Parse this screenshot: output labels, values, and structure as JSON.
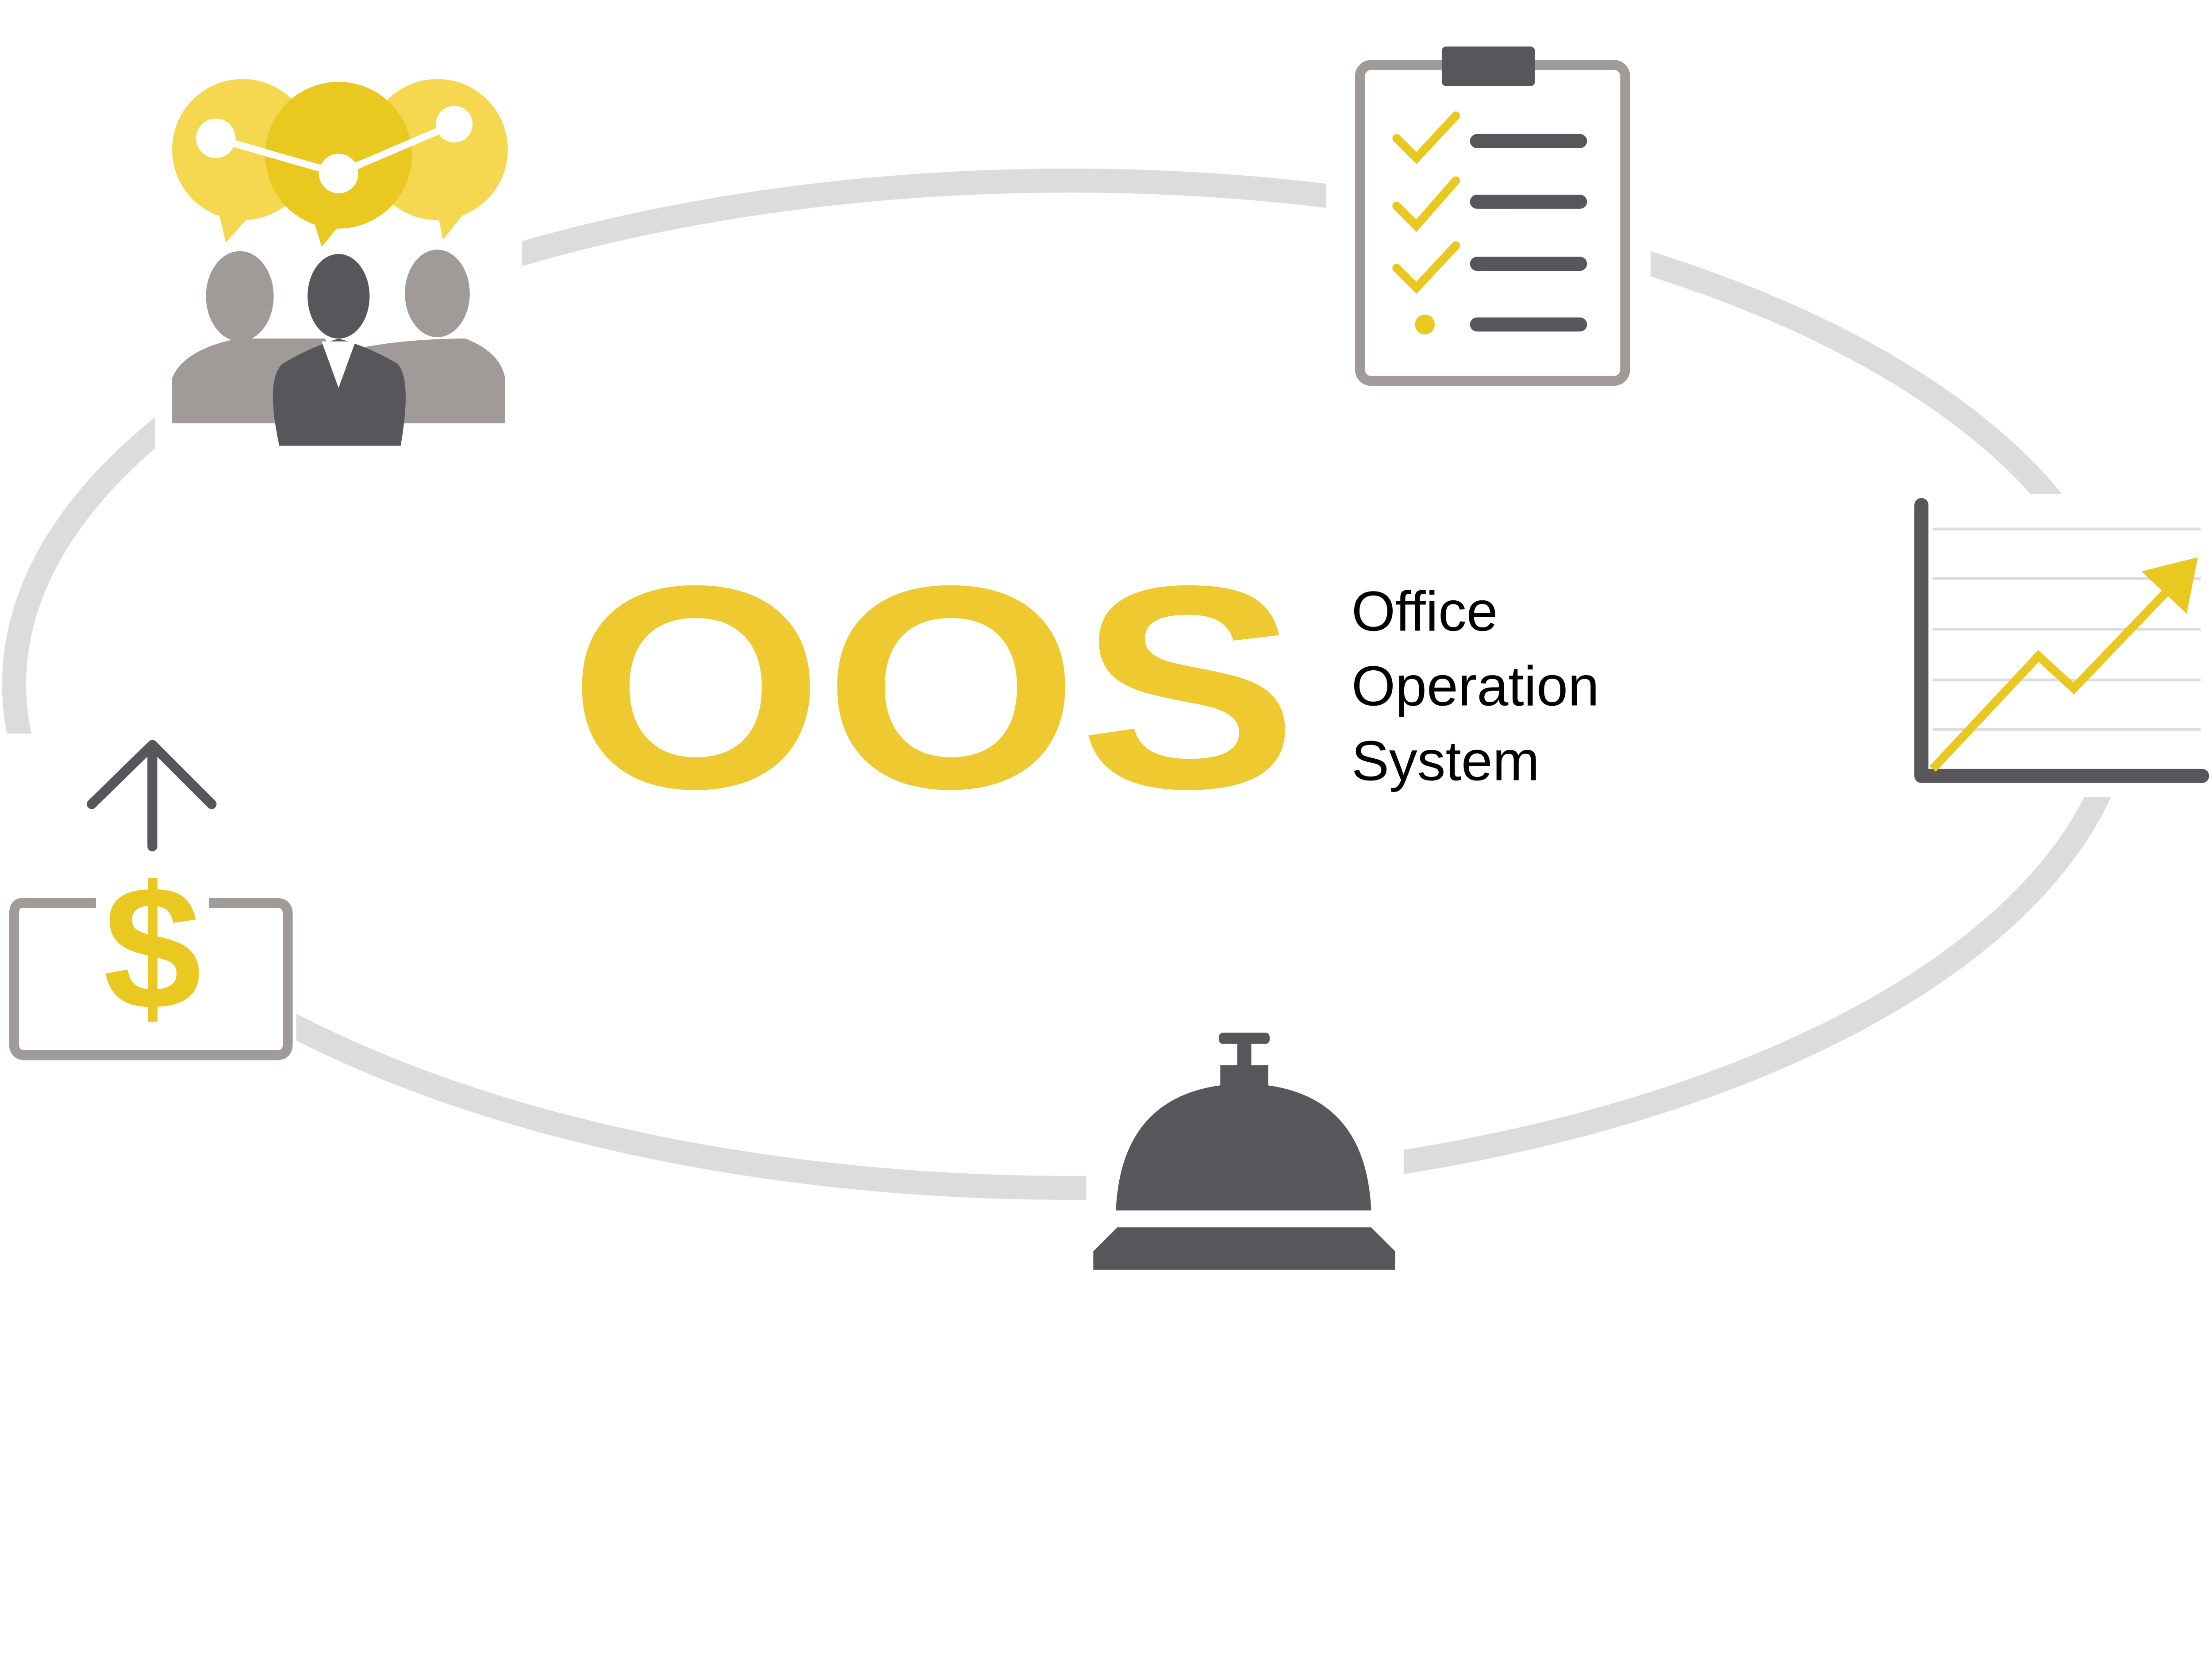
{
  "logo": {
    "acronym": "OOS",
    "lines": [
      "Office",
      "Operation",
      "System"
    ]
  },
  "colors": {
    "accent": "#eec930",
    "accent_light": "#f5d84f",
    "dark": "#57565b",
    "gray": "#a09b98",
    "ring": "#dcdcdc"
  },
  "icons": [
    "team-chat-icon",
    "checklist-icon",
    "growth-chart-icon",
    "service-bell-icon",
    "money-upload-icon"
  ]
}
